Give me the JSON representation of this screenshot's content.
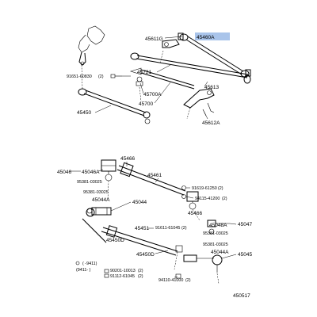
{
  "diagram": {
    "highlight_color": "#a9c4ea",
    "top_labels": {
      "p45460A": "45460A",
      "p45611G": "45611G",
      "p45721": "45721",
      "p91651": "91651-60830",
      "p91651_qty": "(2)",
      "p45700A": "45700A",
      "p45700": "45700",
      "p45450": "45450",
      "p45613": "45613",
      "p45612A": "45612A"
    },
    "bottom_labels": {
      "p45466_top": "45466",
      "p45046": "45046",
      "p45046A": "45046A",
      "p95381_03025_a": "95381-03025",
      "p45461": "45461",
      "p91619": "91619-61250",
      "p91619_qty": "(2)",
      "p95381_03025_b": "95381-03025",
      "p45044A_left": "45044A",
      "p45044": "45044",
      "p94115": "94115-41200",
      "p94115_qty": "(2)",
      "p45466_mid": "45466",
      "p45047": "45047",
      "p45451": "45451",
      "p91611": "91611-61045",
      "p91611_qty": "(2)",
      "p45450D": "45450D",
      "p45048A": "45048A",
      "p95381_03025_c": "95381-03025",
      "p95381_03025_d": "95381-03025",
      "p45044A_right": "45044A",
      "p45045": "45045",
      "p45450D_b": "45450D",
      "note_range1": "(       -9411)",
      "note_range2": "(9411-        )",
      "p90201": "90201-10013",
      "p90201_qty": "(2)",
      "p91112": "91112-61045",
      "p91112_qty": "(2)",
      "p94110": "94110-41000",
      "p94110_qty": "(2)",
      "figure_number": "450517"
    }
  }
}
